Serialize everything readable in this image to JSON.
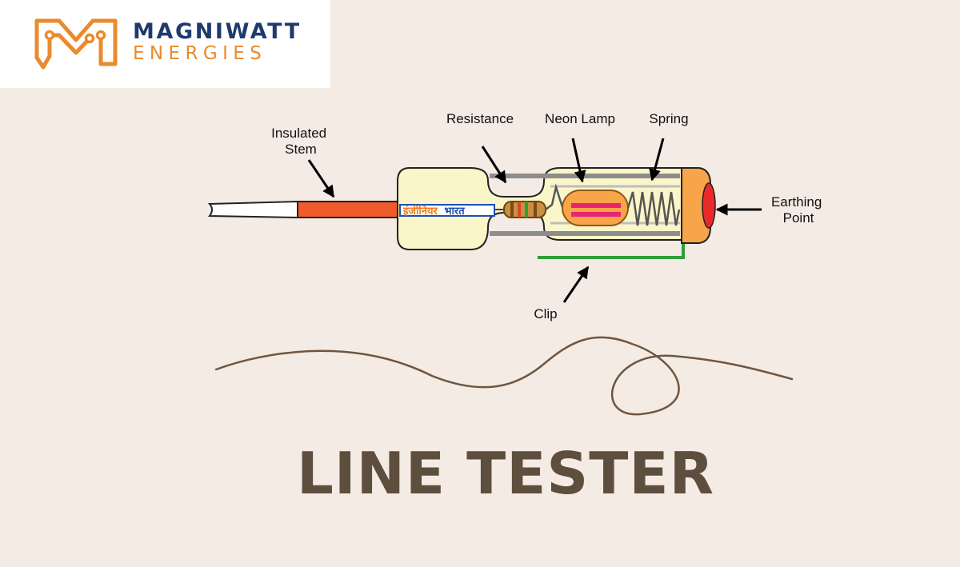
{
  "brand": {
    "name": "MAGNIWATT",
    "subtitle": "ENERGIES",
    "colors": {
      "navy": "#1f3a6e",
      "orange": "#ea8a2c"
    }
  },
  "diagram": {
    "labels": {
      "insulated_stem": [
        "Insulated",
        "Stem"
      ],
      "resistance": "Resistance",
      "neon_lamp": "Neon Lamp",
      "spring": "Spring",
      "earthing_point": [
        "Earthing",
        "Point"
      ],
      "clip": "Clip"
    },
    "handle_text": {
      "part1": "इंजीनियर",
      "part2": "भारत"
    }
  },
  "title": "LINE TESTER"
}
